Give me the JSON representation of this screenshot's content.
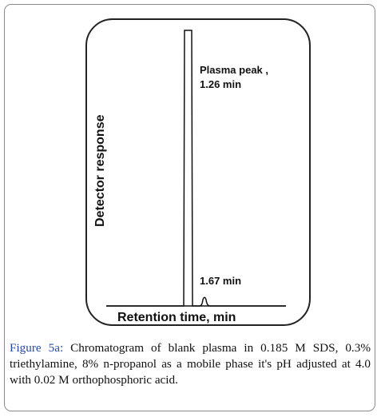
{
  "chart_data": {
    "type": "line",
    "xlabel": "Retention time, min",
    "ylabel": "Detector response",
    "peaks": [
      {
        "x": 1.26,
        "annotation_line1": "Plasma peak ,",
        "annotation_line2": "1.26 min",
        "relative_height": 1.0
      },
      {
        "x": 1.67,
        "annotation": "1.67 min",
        "relative_height": 0.04
      }
    ],
    "grid": false
  },
  "caption": {
    "label": "Figure 5a:",
    "text": " Chromatogram of blank plasma in 0.185 M SDS, 0.3% triethylamine, 8% n-propanol as a mobile phase it's pH adjusted at 4.0 with 0.02 M orthophosphoric acid."
  },
  "colors": {
    "line": "#111111",
    "caption_label": "#2a4aa0"
  }
}
